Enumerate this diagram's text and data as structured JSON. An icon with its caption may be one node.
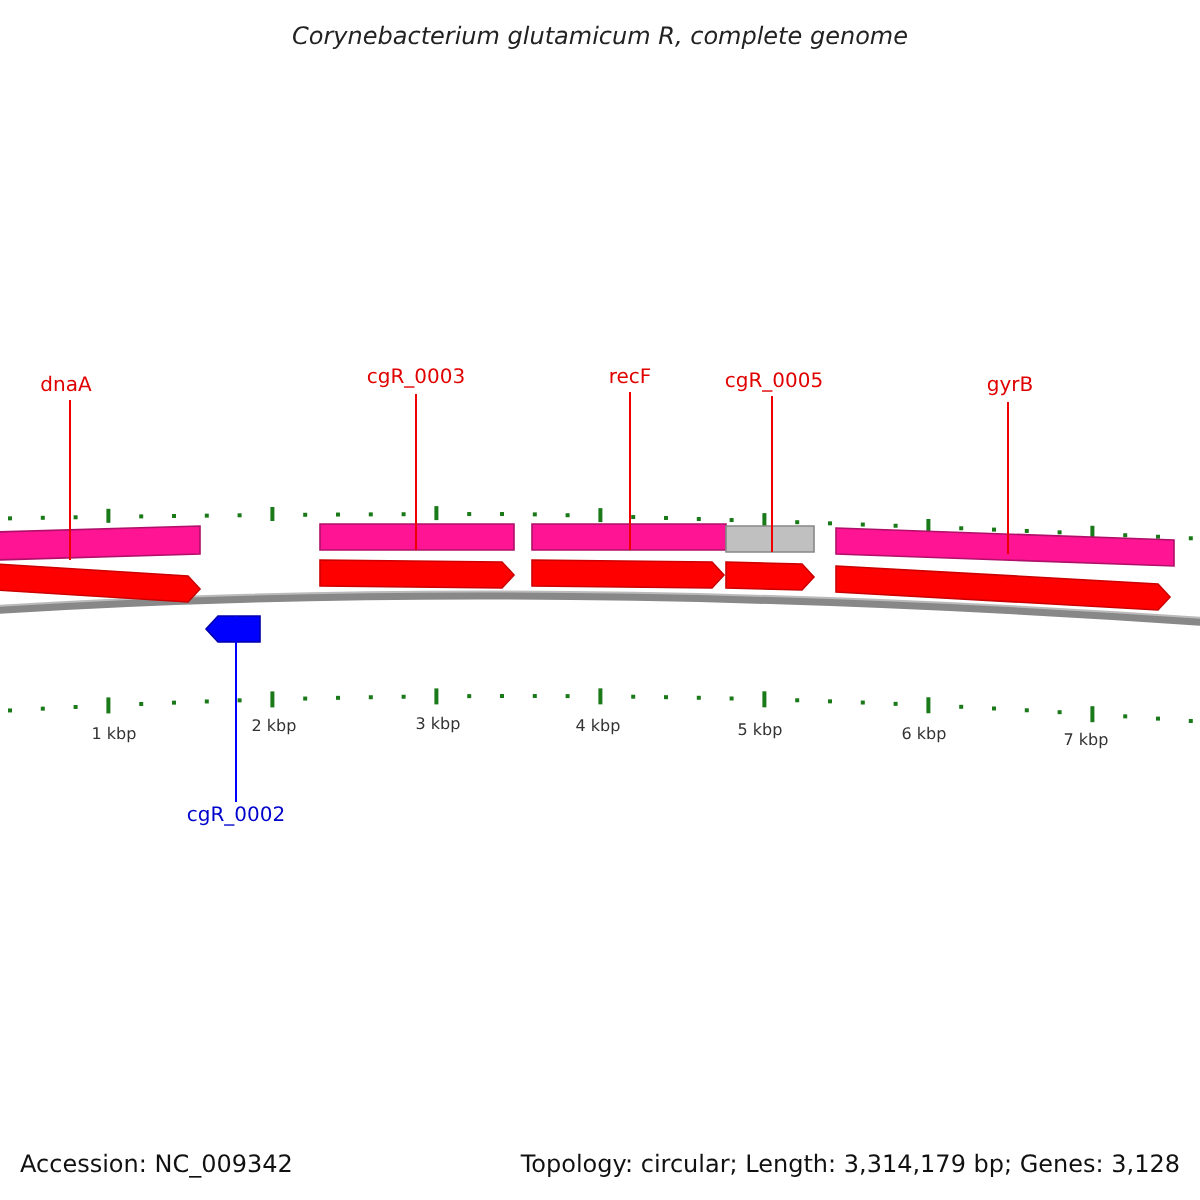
{
  "diagram": {
    "title": "Corynebacterium glutamicum R, complete genome",
    "nodes": [
      {
        "text": [
          "dnaA"
        ]
      },
      {
        "text": [
          "cgR_0003"
        ]
      },
      {
        "text": [
          "recF"
        ]
      },
      {
        "text": [
          "cgR_0005"
        ]
      },
      {
        "text": [
          "gyrB"
        ]
      },
      {
        "text": [
          "cgR_0002"
        ]
      },
      {
        "text": [],
        "shape": "bar"
      },
      {
        "text": [],
        "shape": "bar"
      },
      {
        "text": [],
        "shape": "bar"
      },
      {
        "text": [],
        "shape": "bar"
      },
      {
        "text": [],
        "shape": "bar"
      },
      {
        "text": [],
        "shape": "pentagon"
      },
      {
        "text": [],
        "shape": "pentagon"
      },
      {
        "text": [],
        "shape": "pentagon"
      },
      {
        "text": [],
        "shape": "pentagon"
      },
      {
        "text": [],
        "shape": "pentagon"
      },
      {
        "text": [],
        "shape": "pentagon"
      }
    ],
    "edges": [
      {
        "from": 0,
        "to": 6,
        "arrow": "none"
      },
      {
        "from": 1,
        "to": 7,
        "arrow": "none"
      },
      {
        "from": 2,
        "to": 8,
        "arrow": "none"
      },
      {
        "from": 3,
        "to": 9,
        "arrow": "none"
      },
      {
        "from": 4,
        "to": 10,
        "arrow": "none"
      },
      {
        "from": 5,
        "to": 11,
        "arrow": "none",
        "color": "#0000ff"
      }
    ],
    "labels": [
      "1 kbp",
      "2 kbp",
      "3 kbp",
      "4 kbp",
      "5 kbp",
      "6 kbp",
      "7 kbp",
      "Accession: NC_009342",
      "Topology: circular; Length: 3,314,179 bp; Genes: 3,128"
    ]
  }
}
